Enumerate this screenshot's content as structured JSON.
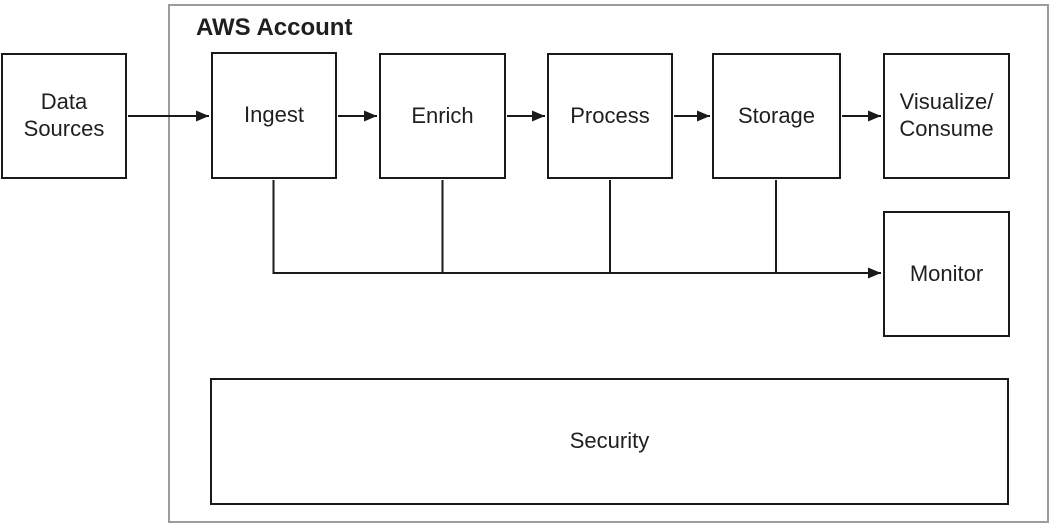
{
  "colors": {
    "background": "#ffffff",
    "node_border": "#1a1a1a",
    "container_border": "#9c9c9c",
    "connector": "#1a1a1a",
    "text": "#1f1f1f"
  },
  "diagram": {
    "source_node": {
      "label": "Data\nSources"
    },
    "aws_container": {
      "title": "AWS Account",
      "pipeline": [
        {
          "label": "Ingest"
        },
        {
          "label": "Enrich"
        },
        {
          "label": "Process"
        },
        {
          "label": "Storage"
        },
        {
          "label": "Visualize/\nConsume"
        }
      ],
      "monitor": {
        "label": "Monitor"
      },
      "security": {
        "label": "Security"
      }
    }
  }
}
